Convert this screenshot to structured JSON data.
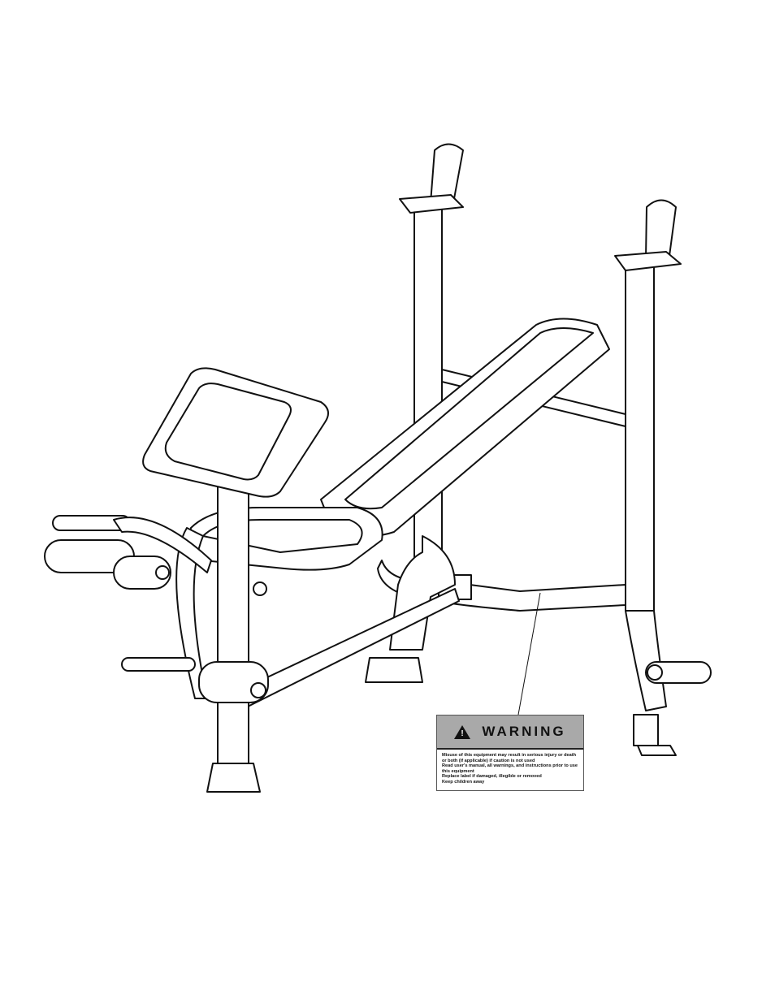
{
  "warning_label": {
    "title": "WARNING",
    "icon": "warning-triangle-icon",
    "lines": [
      "Misuse of this equipment may result in serious injury or death or both (if applicable) if caution is not used",
      "Read user's manual, all warnings, and instructions prior to use this equipment",
      "Replace label if damaged, illegible or removed",
      "Keep children away"
    ]
  }
}
